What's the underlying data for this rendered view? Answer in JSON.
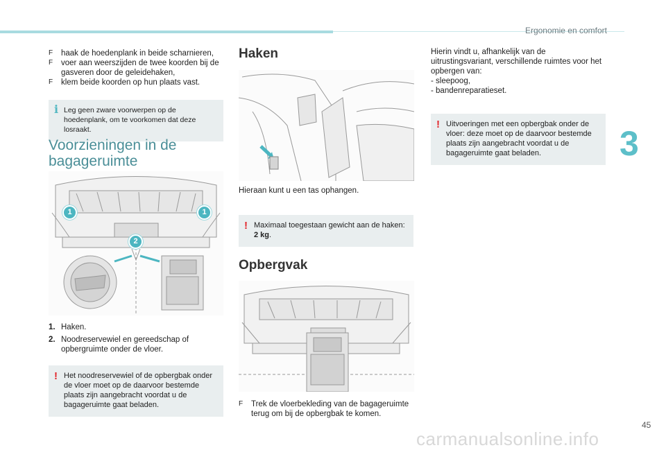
{
  "header": {
    "title": "Ergonomie en comfort",
    "chapter": "3",
    "page_number": "45"
  },
  "watermark": "carmanualsonline.info",
  "col1": {
    "bullets": [
      "haak de hoedenplank in beide scharnieren,",
      "voer aan weerszijden de twee koorden bij de gasveren door de geleidehaken,",
      "klem beide koorden op hun plaats vast."
    ],
    "bullet_marker": "F",
    "info": "Leg geen zware voorwerpen op de hoedenplank, om te voorkomen dat deze losraakt.",
    "section_title": "Voorzieningen in de bagageruimte",
    "figure_callouts": [
      "1",
      "1",
      "2"
    ],
    "items": [
      {
        "num": "1.",
        "text": "Haken."
      },
      {
        "num": "2.",
        "text": "Noodreservewiel en gereedschap of opbergruimte onder de vloer."
      }
    ],
    "warning": "Het noodreservewiel of de opbergbak onder de vloer moet op de daarvoor bestemde plaats zijn aangebracht voordat u de bagageruimte gaat beladen."
  },
  "col2": {
    "haken_title": "Haken",
    "haken_caption": "Hieraan kunt u een tas ophangen.",
    "haken_warning_text": "Maximaal toegestaan gewicht aan de haken:",
    "haken_warning_value": "2 kg",
    "opbergvak_title": "Opbergvak",
    "opbergvak_bullet": "Trek de vloerbekleding van de bagageruimte terug om bij de opbergbak te komen.",
    "bullet_marker": "F"
  },
  "col3": {
    "intro": "Hierin vindt u, afhankelijk van de uitrustingsvariant, verschillende ruimtes voor het opbergen van:",
    "dash_items": [
      "sleepoog,",
      "bandenreparatieset."
    ],
    "warning": "Uitvoeringen met een opbergbak onder de vloer: deze moet op de daarvoor bestemde plaats zijn aangebracht voordat u de bagageruimte gaat beladen."
  },
  "icons": {
    "warning": "!",
    "info": "i"
  },
  "colors": {
    "accent": "#5dbfc9",
    "warning": "#e2262b",
    "box_bg": "#e9eeef"
  }
}
